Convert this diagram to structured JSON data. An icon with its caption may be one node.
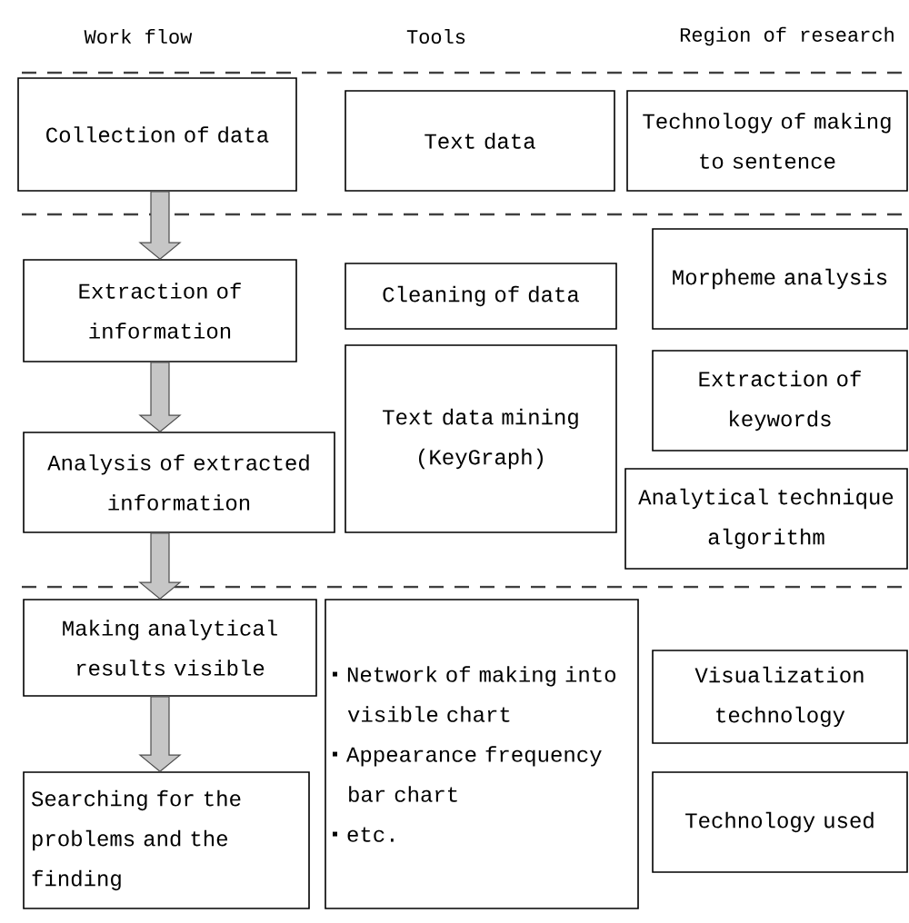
{
  "diagram": {
    "nodes": [
      {
        "text": [
          "Collection of data"
        ]
      },
      {
        "text": [
          "Text data"
        ]
      },
      {
        "text": [
          "Technology of making to sentence"
        ]
      },
      {
        "text": [
          "Extraction of information"
        ]
      },
      {
        "text": [
          "Cleaning of data"
        ]
      },
      {
        "text": [
          "Morpheme analysis"
        ]
      },
      {
        "text": [
          "Analysis of extracted information"
        ]
      },
      {
        "text": [
          "Text data mining",
          "(KeyGraph)"
        ]
      },
      {
        "text": [
          "Extraction of keywords"
        ]
      },
      {
        "text": [
          "Analytical technique algorithm"
        ]
      },
      {
        "text": [
          "Making analytical results visible"
        ]
      },
      {
        "text": [
          "Searching for the problems and the finding"
        ]
      },
      {
        "text": [
          "Network of making into visible chart",
          "Appearance frequency bar chart",
          "etc."
        ]
      },
      {
        "text": [
          "Visualization technology"
        ]
      },
      {
        "text": [
          "Technology used"
        ]
      }
    ],
    "edges": [
      {
        "from": 0,
        "to": 3,
        "arrow": "to"
      },
      {
        "from": 3,
        "to": 6,
        "arrow": "to"
      },
      {
        "from": 6,
        "to": 10,
        "arrow": "to"
      },
      {
        "from": 10,
        "to": 11,
        "arrow": "to"
      }
    ],
    "labels": [
      "Work flow",
      "Tools",
      "Region of research"
    ]
  }
}
